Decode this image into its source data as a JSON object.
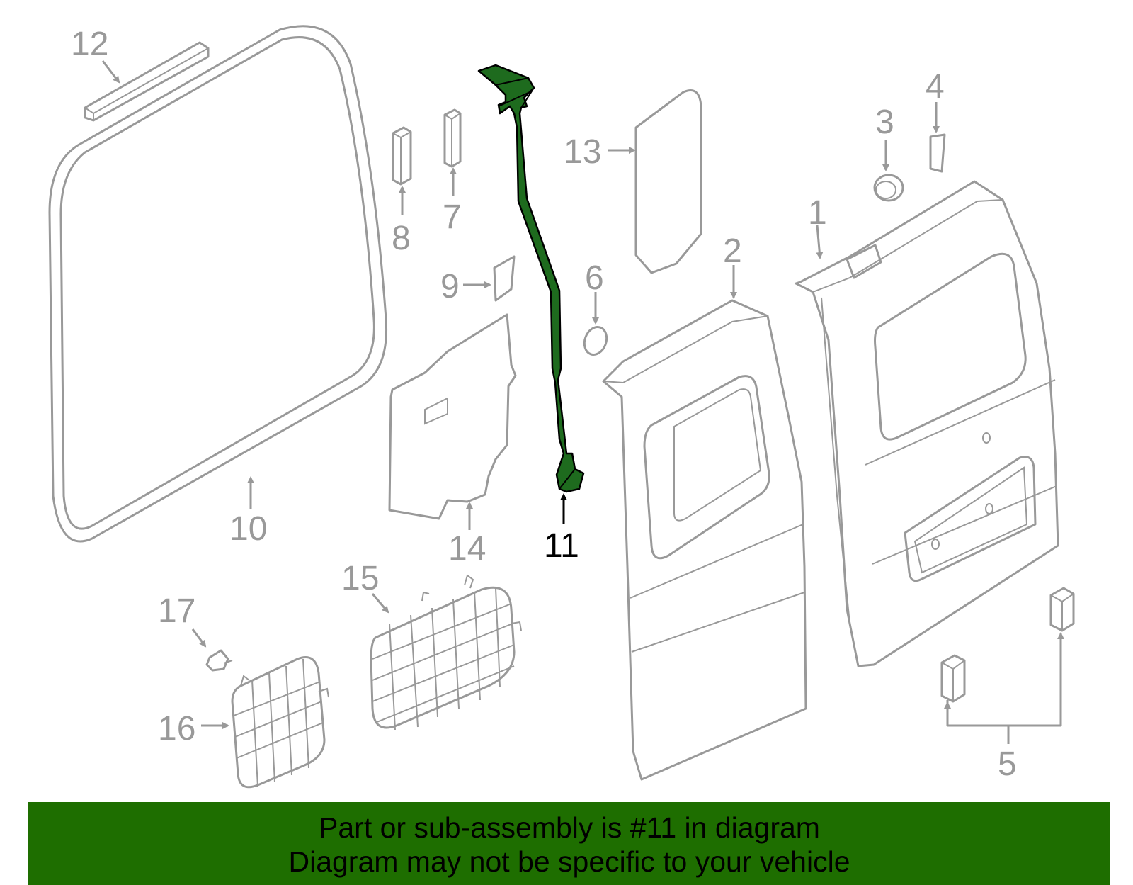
{
  "callouts": {
    "c1": "1",
    "c2": "2",
    "c3": "3",
    "c4": "4",
    "c5": "5",
    "c6": "6",
    "c7": "7",
    "c8": "8",
    "c9": "9",
    "c10": "10",
    "c11": "11",
    "c12": "12",
    "c13": "13",
    "c14": "14",
    "c15": "15",
    "c16": "16",
    "c17": "17"
  },
  "highlight": {
    "part_number": "11",
    "color": "#1e6b1e"
  },
  "banner": {
    "line1": "Part or sub-assembly is #11 in diagram",
    "line2": "Diagram may not be specific to your vehicle",
    "background": "#1e6e00"
  }
}
